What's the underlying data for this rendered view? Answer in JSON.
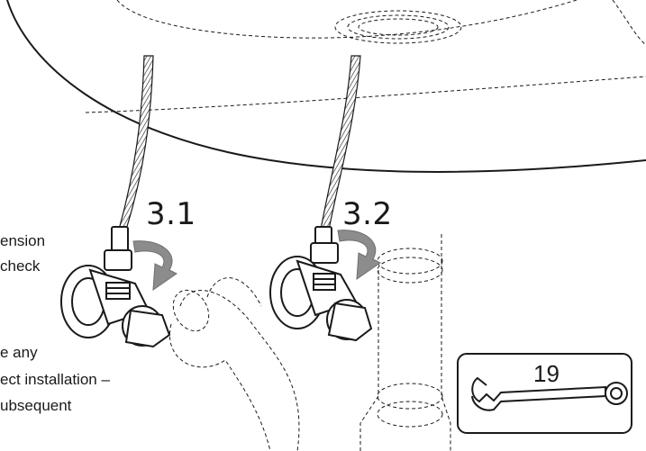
{
  "steps": [
    {
      "id": "step-3-1",
      "label": "3.1"
    },
    {
      "id": "step-3-2",
      "label": "3.2"
    }
  ],
  "instructions": {
    "lines": [
      "ension",
      "check",
      "e any",
      "ect installation –",
      "ubsequent"
    ]
  },
  "tool": {
    "name": "wrench-icon",
    "size_label": "19"
  },
  "colors": {
    "line": "#1a1a1a",
    "arrow": "#8c8c8c",
    "background": "#ffffff"
  }
}
